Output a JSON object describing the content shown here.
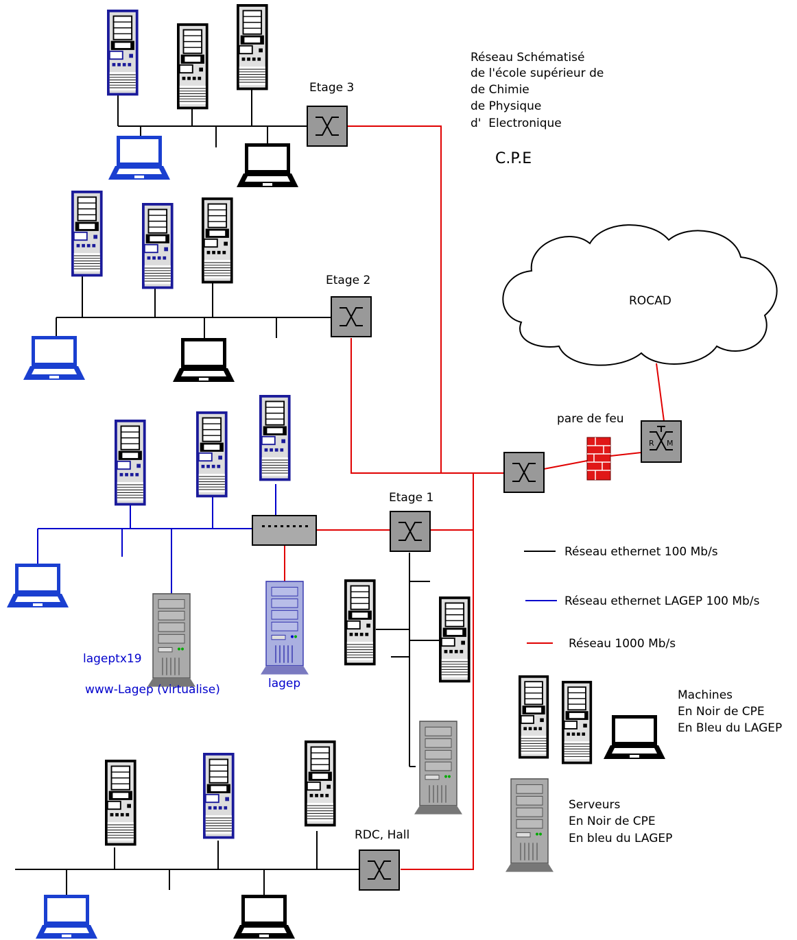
{
  "title": {
    "lines": [
      "Réseau Schématisé",
      "de l'école supérieur de",
      "de Chimie",
      "de Physique",
      "d'  Electronique"
    ],
    "acronym": "C.P.E"
  },
  "cloud_label": "ROCAD",
  "firewall_label": "pare de feu",
  "floors": {
    "etage3": "Etage 3",
    "etage2": "Etage 2",
    "etage1": "Etage 1",
    "rdc": "RDC, Hall"
  },
  "servers": {
    "lageptx19": "lageptx19",
    "www": "www-Lagep (virtualise)",
    "lagep": "lagep"
  },
  "legend": {
    "black_line": "Réseau ethernet 100 Mb/s",
    "blue_line": "Réseau ethernet LAGEP 100 Mb/s",
    "red_line": "Réseau 1000 Mb/s",
    "machines": [
      "Machines",
      "En Noir de CPE",
      "En Bleu du LAGEP"
    ],
    "servers": [
      "Serveurs",
      "En Noir de CPE",
      "En bleu du LAGEP"
    ]
  },
  "colors": {
    "cpe": "#000000",
    "lagep": "#0000cc",
    "gigabit": "#e00000",
    "switch_fill": "#999999"
  }
}
